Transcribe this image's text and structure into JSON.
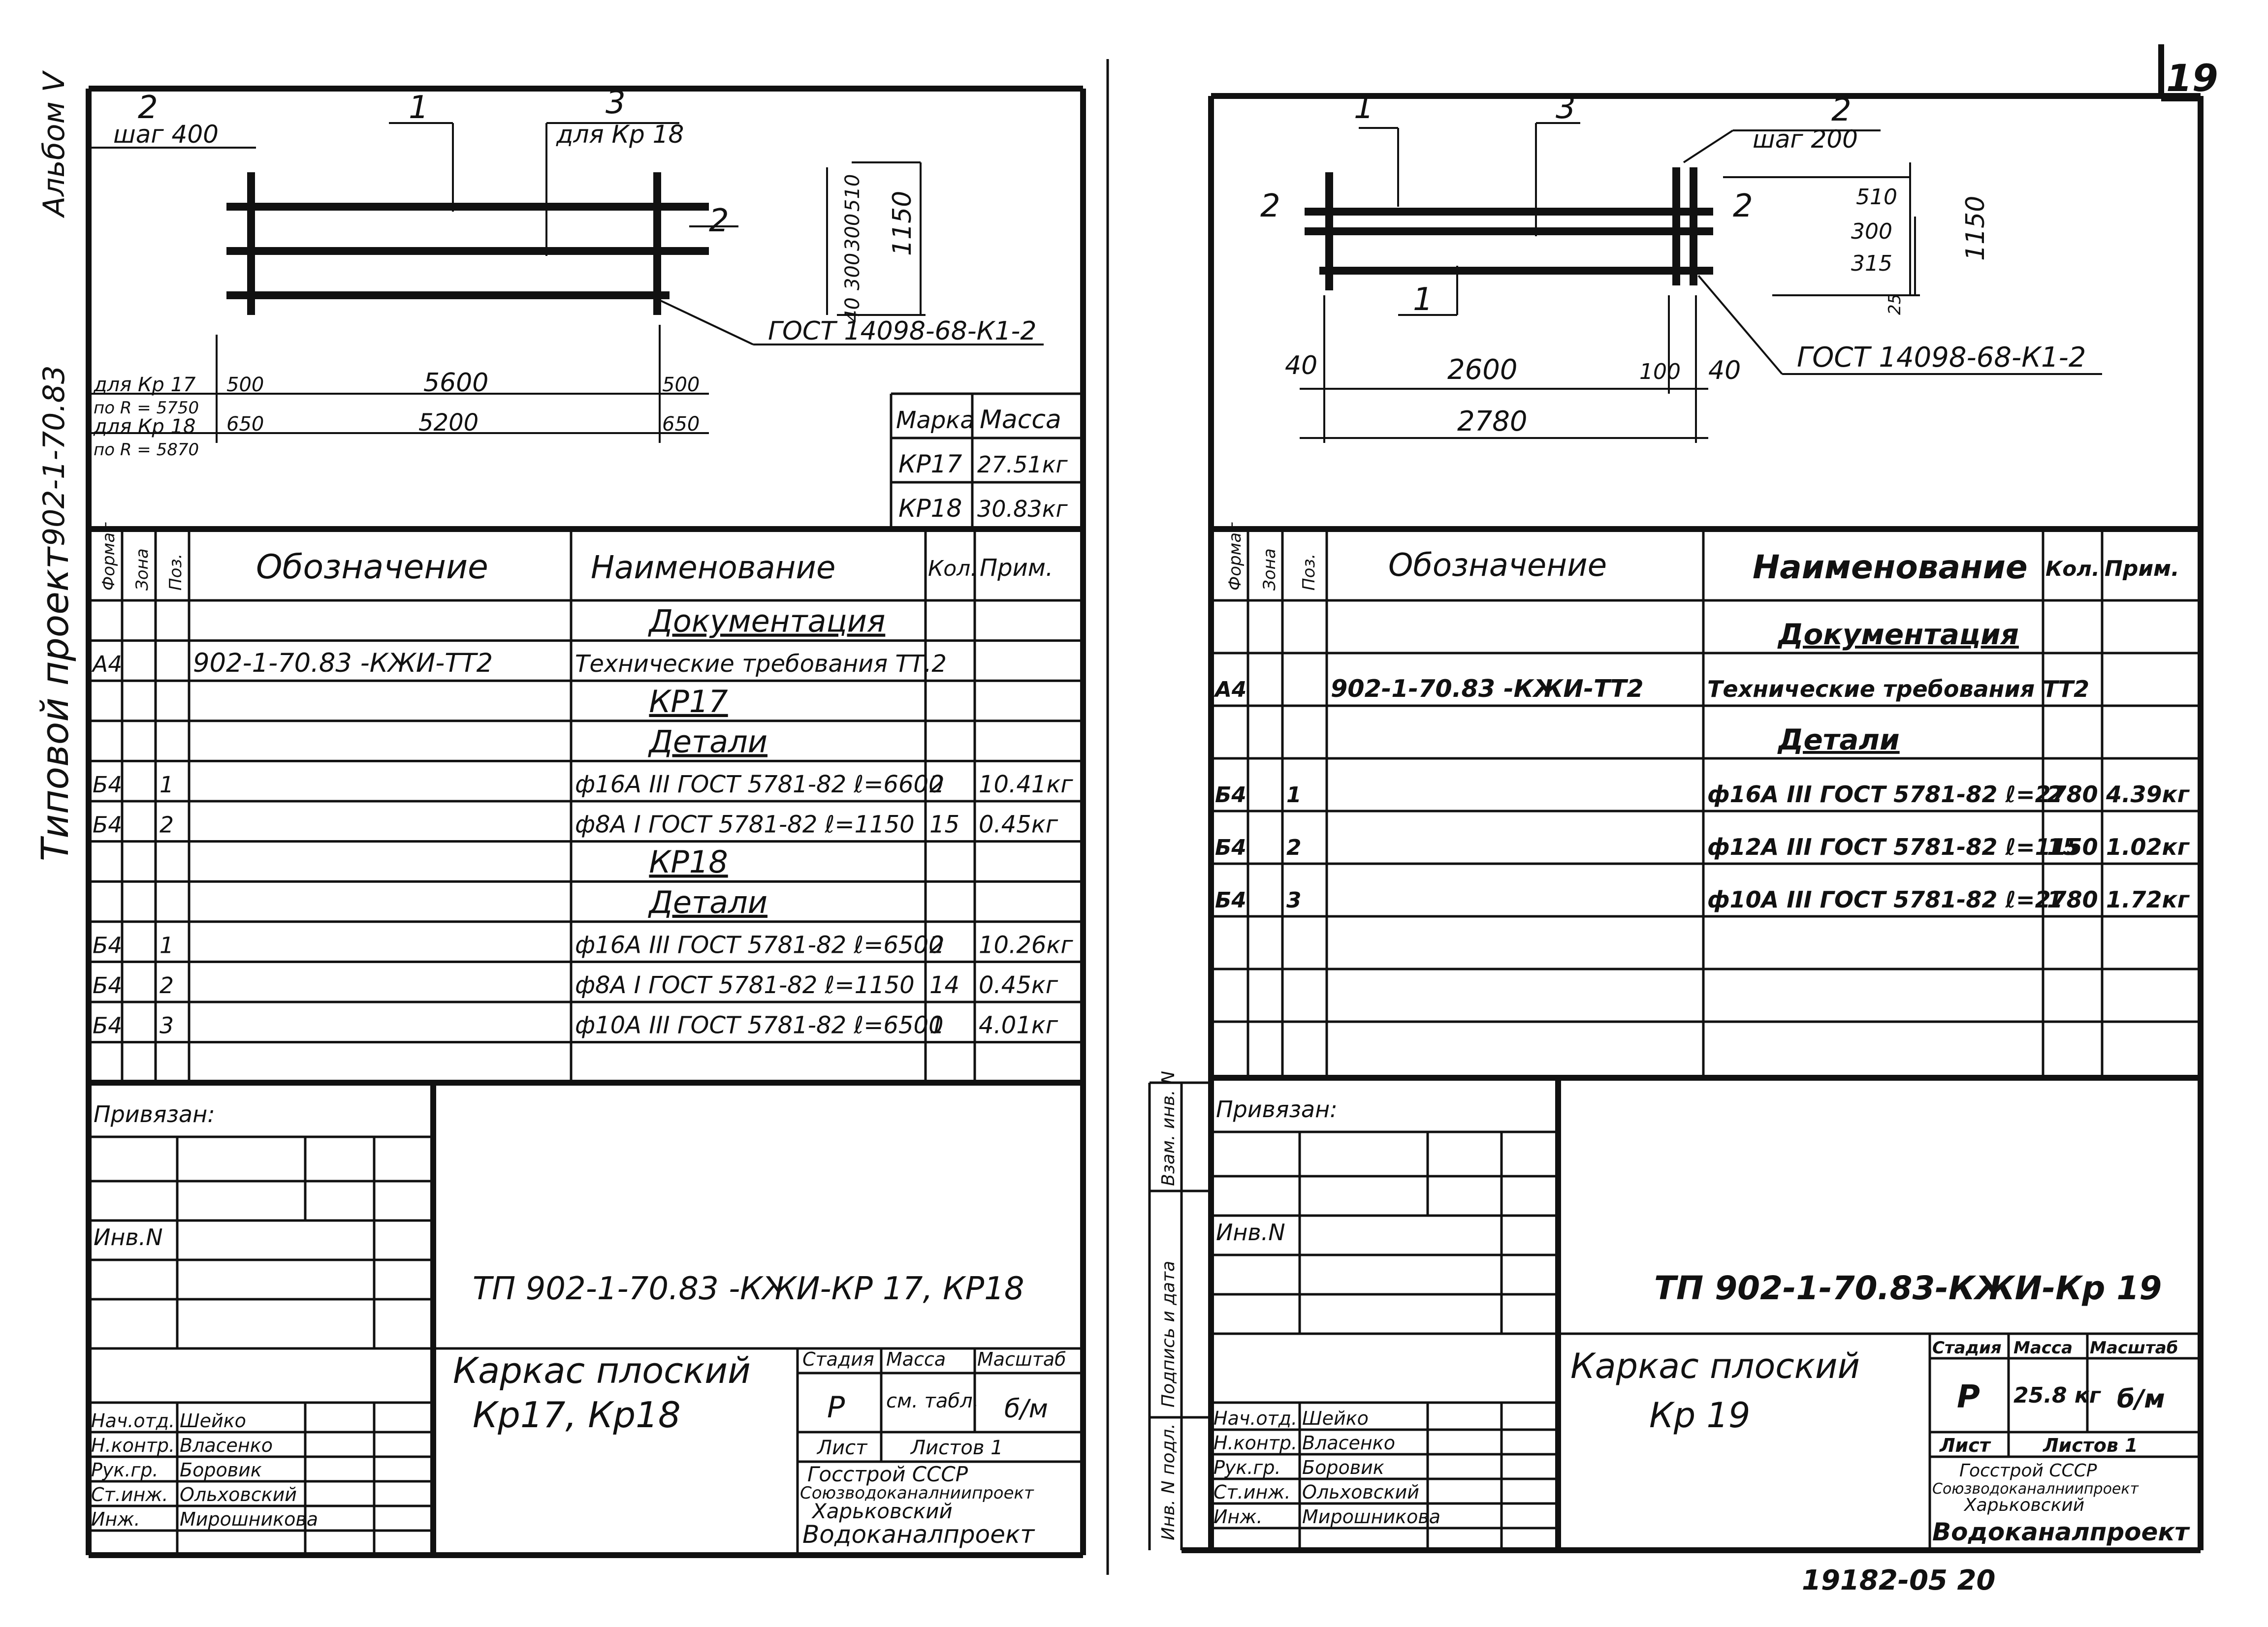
{
  "page_number": "19",
  "doc_number_bottom": "19182-05   20",
  "margin": {
    "album": "Альбом V",
    "series": "902-1-70.83",
    "typical": "Типовой проект"
  },
  "left": {
    "drawing": {
      "pos2": "2",
      "pos1": "1",
      "pos3": "3",
      "pos2_right": "2",
      "step": "шаг 400",
      "for_kp18": "для Кр 18",
      "v_dims": [
        "510",
        "300",
        "300",
        "40"
      ],
      "v_total": "1150",
      "gost_weld": "ГОСТ 14098-68-К1-2",
      "row1_label": "для Кр 17",
      "row1_sub": "по R = 5750",
      "row1_dims": [
        "500",
        "5600",
        "500"
      ],
      "row2_label": "для Кр 18",
      "row2_sub": "по R = 5870",
      "row2_dims": [
        "650",
        "5200",
        "650"
      ]
    },
    "mass_table": {
      "headers": [
        "Марка",
        "Масса"
      ],
      "rows": [
        [
          "КР17",
          "27.51кг"
        ],
        [
          "КР18",
          "30.83кг"
        ]
      ]
    },
    "spec": {
      "headers": [
        "Формат",
        "Зона",
        "Поз.",
        "Обозначение",
        "Наименование",
        "Кол.",
        "Прим."
      ],
      "rows": [
        [
          "",
          "",
          "",
          "",
          "Документация",
          "",
          ""
        ],
        [
          "А4",
          "",
          "",
          "902-1-70.83 -КЖИ-ТТ2",
          "Технические требования ТТ.2",
          "",
          ""
        ],
        [
          "",
          "",
          "",
          "",
          "КР17",
          "",
          ""
        ],
        [
          "",
          "",
          "",
          "",
          "Детали",
          "",
          ""
        ],
        [
          "Б4",
          "",
          "1",
          "",
          "ф16А III ГОСТ 5781-82 ℓ=6600",
          "2",
          "10.41кг"
        ],
        [
          "Б4",
          "",
          "2",
          "",
          "ф8А I ГОСТ 5781-82 ℓ=1150",
          "15",
          "0.45кг"
        ],
        [
          "",
          "",
          "",
          "",
          "КР18",
          "",
          ""
        ],
        [
          "",
          "",
          "",
          "",
          "Детали",
          "",
          ""
        ],
        [
          "Б4",
          "",
          "1",
          "",
          "ф16А III ГОСТ 5781-82 ℓ=6500",
          "2",
          "10.26кг"
        ],
        [
          "Б4",
          "",
          "2",
          "",
          "ф8А I ГОСТ 5781-82 ℓ=1150",
          "14",
          "0.45кг"
        ],
        [
          "Б4",
          "",
          "3",
          "",
          "ф10А III ГОСТ 5781-82 ℓ=6500",
          "1",
          "4.01кг"
        ],
        [
          "",
          "",
          "",
          "",
          "",
          "",
          ""
        ]
      ]
    },
    "stamp": {
      "tied": "Привязан:",
      "inv": "Инв.N",
      "code": "ТП 902-1-70.83 -КЖИ-КР 17, КР18",
      "title_line1": "Каркас плоский",
      "title_line2": "Кр17,  Кр18",
      "stage_label": "Стадия",
      "mass_label": "Масса",
      "scale_label": "Масштаб",
      "stage": "Р",
      "mass": "см. табл.",
      "scale": "б/м",
      "sheet_label": "Лист",
      "sheets_label": "Листов 1",
      "org1": "Госстрой СССР",
      "org2": "Союзводоканалниипроект",
      "org3": "Харьковский",
      "org4": "Водоканалпроект",
      "staff": [
        [
          "Нач.отд.",
          "Шейко"
        ],
        [
          "Н.контр.",
          "Власенко"
        ],
        [
          "Рук.гр.",
          "Боровик"
        ],
        [
          "Ст.инж.",
          "Ольховский"
        ],
        [
          "Инж.",
          "Мирошникова"
        ]
      ]
    }
  },
  "right": {
    "drawing": {
      "pos1": "1",
      "pos3": "3",
      "pos2": "2",
      "pos2_left": "2",
      "pos2_right": "2",
      "pos1_low": "1",
      "step": "шаг 200",
      "v_dims": [
        "510",
        "300",
        "315",
        "25"
      ],
      "v_total": "1150",
      "h_dims": [
        "40",
        "2600",
        "100",
        "40"
      ],
      "h_total": "2780",
      "gost_weld": "ГОСТ 14098-68-К1-2"
    },
    "side_labels": [
      "Инв. N подл.",
      "Подпись и дата",
      "Взам. инв. N"
    ],
    "spec": {
      "headers": [
        "Формат",
        "Зона",
        "Поз.",
        "Обозначение",
        "Наименование",
        "Кол.",
        "Прим."
      ],
      "rows": [
        [
          "",
          "",
          "",
          "",
          "Документация",
          "",
          ""
        ],
        [
          "А4",
          "",
          "",
          "902-1-70.83 -КЖИ-ТТ2",
          "Технические требования ТТ2",
          "",
          ""
        ],
        [
          "",
          "",
          "",
          "",
          "Детали",
          "",
          ""
        ],
        [
          "Б4",
          "",
          "1",
          "",
          "ф16А III ГОСТ 5781-82 ℓ=2780",
          "2",
          "4.39кг"
        ],
        [
          "Б4",
          "",
          "2",
          "",
          "ф12А III ГОСТ 5781-82 ℓ=1150",
          "15",
          "1.02кг"
        ],
        [
          "Б4",
          "",
          "3",
          "",
          "ф10А III ГОСТ 5781-82 ℓ=2780",
          "1",
          "1.72кг"
        ],
        [
          "",
          "",
          "",
          "",
          "",
          "",
          ""
        ],
        [
          "",
          "",
          "",
          "",
          "",
          "",
          ""
        ],
        [
          "",
          "",
          "",
          "",
          "",
          "",
          ""
        ]
      ]
    },
    "stamp": {
      "tied": "Привязан:",
      "inv": "Инв.N",
      "code": "ТП 902-1-70.83-КЖИ-Кр 19",
      "title_line1": "Каркас плоский",
      "title_line2": "Кр 19",
      "stage_label": "Стадия",
      "mass_label": "Масса",
      "scale_label": "Масштаб",
      "stage": "Р",
      "mass": "25.8 кг",
      "scale": "б/м",
      "sheet_label": "Лист",
      "sheets_label": "Листов 1",
      "org1": "Госстрой СССР",
      "org2": "Союзводоканалниипроект",
      "org3": "Харьковский",
      "org4": "Водоканалпроект",
      "staff": [
        [
          "Нач.отд.",
          "Шейко"
        ],
        [
          "Н.контр.",
          "Власенко"
        ],
        [
          "Рук.гр.",
          "Боровик"
        ],
        [
          "Ст.инж.",
          "Ольховский"
        ],
        [
          "Инж.",
          "Мирошникова"
        ]
      ]
    }
  }
}
